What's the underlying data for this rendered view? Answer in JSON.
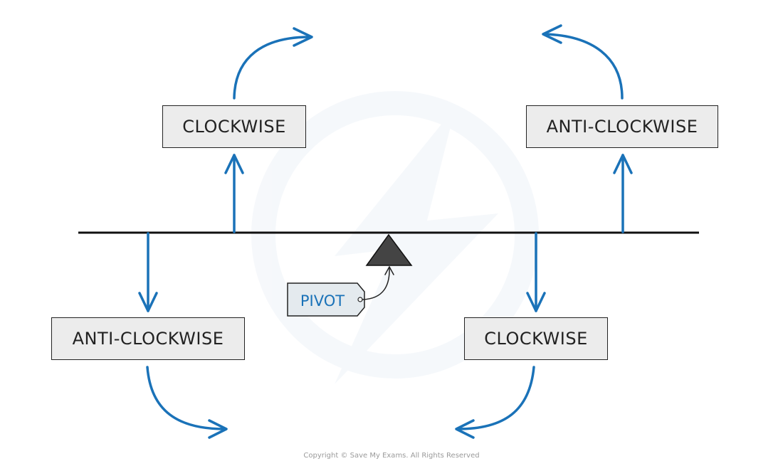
{
  "labels": {
    "top_left": "CLOCKWISE",
    "top_right": "ANTI-CLOCKWISE",
    "bottom_left": "ANTI-CLOCKWISE",
    "bottom_right": "CLOCKWISE",
    "pivot": "PIVOT"
  },
  "footer": {
    "copyright": "Copyright © Save My Exams. All Rights Reserved"
  },
  "colors": {
    "arrow": "#1a72b8",
    "beam": "#111111",
    "pivot": "#444444",
    "box_fill": "#ececec",
    "tag_fill": "#e4eaee",
    "watermark": "#eef3f8"
  }
}
